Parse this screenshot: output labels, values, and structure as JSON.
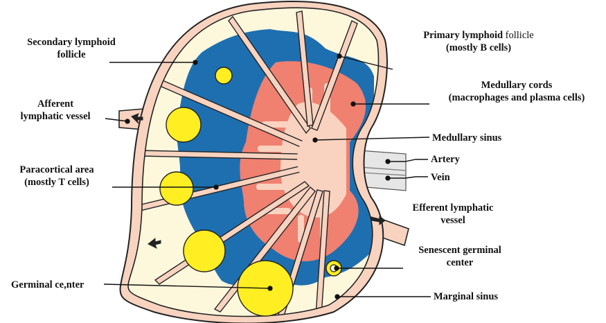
{
  "colors": {
    "capsule": "#f7d3c0",
    "outline": "#222222",
    "cortex": "#fdf7dc",
    "paracortex": "#1e6fb0",
    "medullary_cords": "#f08070",
    "medullary_sinus": "#f9d2c0",
    "germinal_center": "#ffee22",
    "vessel": "#e6e6e6"
  },
  "labels": {
    "secondary_follicle": {
      "line1": "Secondary lymphoid",
      "line2": "follicle"
    },
    "afferent": {
      "line1": "Afferent",
      "line2": "lymphatic vessel"
    },
    "paracortical": {
      "line1": "Paracortical area",
      "line2": "(mostly T cells)"
    },
    "germinal_center": "Germinal ce,nter",
    "primary_follicle": {
      "line1_bold": "Primary lymphoid",
      "line1_normal": " follicle",
      "line2": "(mostly B cells)"
    },
    "medullary_cords": {
      "line1": "Medullary cords",
      "line2": "(macrophages and plasma cells)"
    },
    "medullary_sinus": "Medullary sinus",
    "artery": "Artery",
    "vein": "Vein",
    "efferent": {
      "line1": "Efferent lymphatic",
      "line2": "vessel"
    },
    "senescent": {
      "line1": "Senescent germinal",
      "line2": "center"
    },
    "marginal_sinus": "Marginal sinus"
  }
}
